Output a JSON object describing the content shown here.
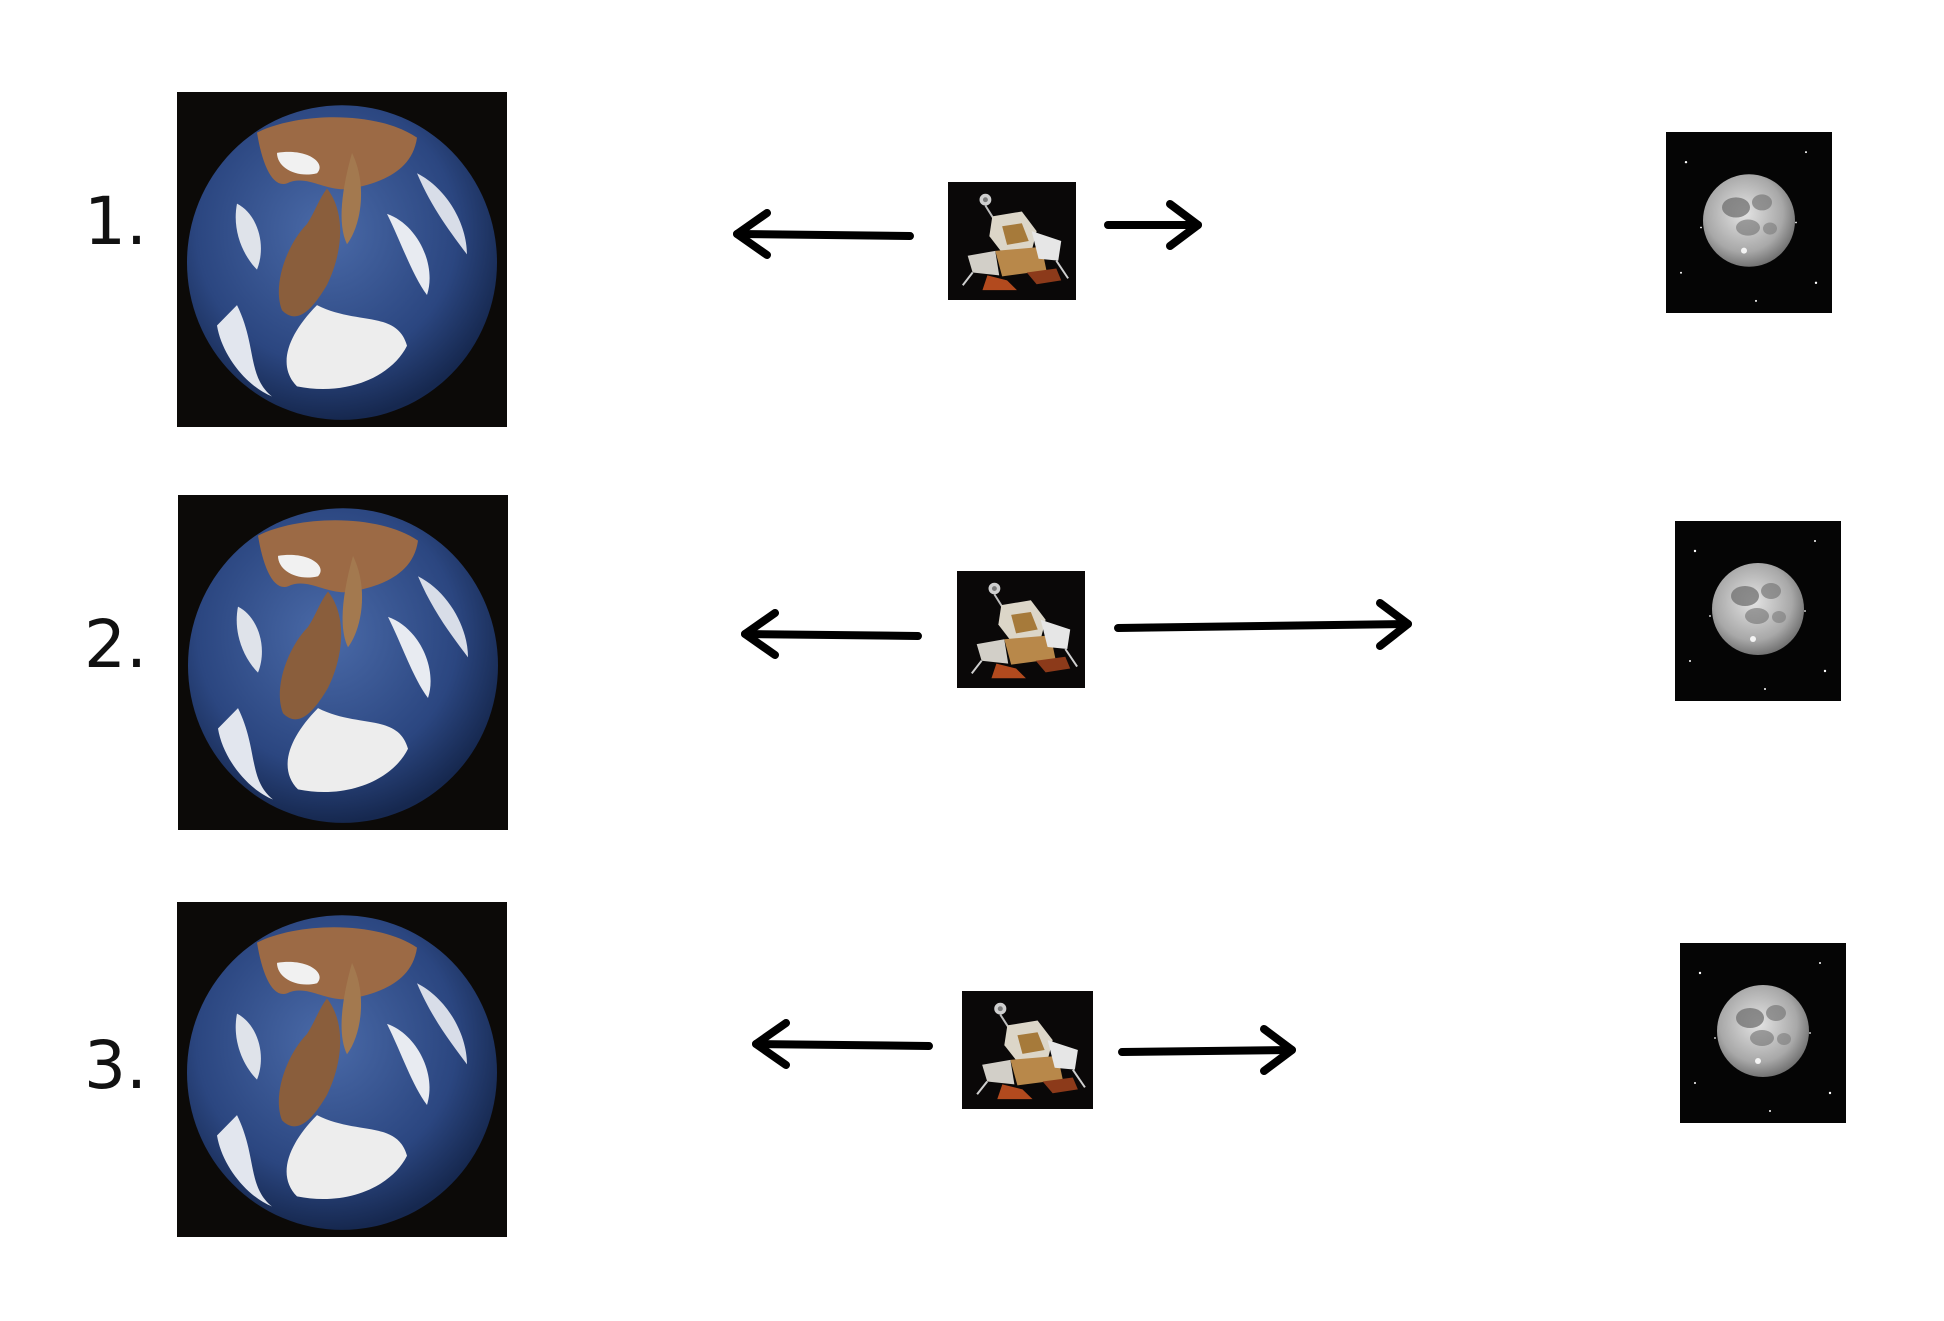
{
  "rows": [
    {
      "number": "1."
    },
    {
      "number": "2."
    },
    {
      "number": "3."
    }
  ],
  "icons": {
    "earth": "earth-icon",
    "moon": "moon-icon",
    "spacecraft": "lunar-module-icon",
    "arrow_left": "arrow-left-icon",
    "arrow_right": "arrow-right-icon"
  },
  "colors": {
    "background": "#ffffff",
    "space": "#0a0a0a",
    "arrow": "#000000"
  }
}
